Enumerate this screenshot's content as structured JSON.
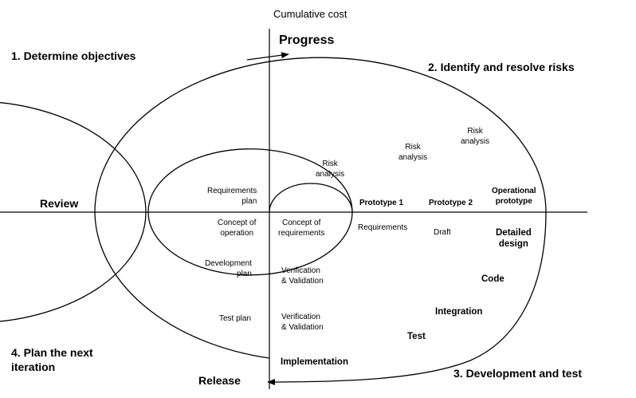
{
  "axes": {
    "top": "Cumulative cost",
    "progress": "Progress",
    "left": "Review",
    "bottom": "Release"
  },
  "quadrants": {
    "q1": "1. Determine objectives",
    "q2": "2. Identify and resolve risks",
    "q3": "3. Development and test",
    "q4_line1": "4. Plan the next",
    "q4_line2": "iteration"
  },
  "inner": {
    "risk1_line1": "Risk",
    "risk1_line2": "analysis",
    "prototype1": "Prototype 1",
    "requirements_plan_line1": "Requirements",
    "requirements_plan_line2": "plan",
    "concept_operation_line1": "Concept of",
    "concept_operation_line2": "operation",
    "concept_requirements_line1": "Concept of",
    "concept_requirements_line2": "requirements",
    "requirements": "Requirements",
    "development_plan_line1": "Development",
    "development_plan_line2": "plan",
    "vv1_line1": "Verification",
    "vv1_line2": "& Validation"
  },
  "middle": {
    "risk2_line1": "Risk",
    "risk2_line2": "analysis",
    "prototype2": "Prototype 2",
    "draft": "Draft",
    "test_plan": "Test plan",
    "vv2_line1": "Verification",
    "vv2_line2": "& Validation"
  },
  "outer": {
    "risk3_line1": "Risk",
    "risk3_line2": "analysis",
    "operational_line1": "Operational",
    "operational_line2": "prototype",
    "detailed_line1": "Detailed",
    "detailed_line2": "design",
    "code": "Code",
    "integration": "Integration",
    "test": "Test",
    "implementation": "Implementation"
  },
  "colors": {
    "line": "#000000",
    "background": "#ffffff"
  }
}
